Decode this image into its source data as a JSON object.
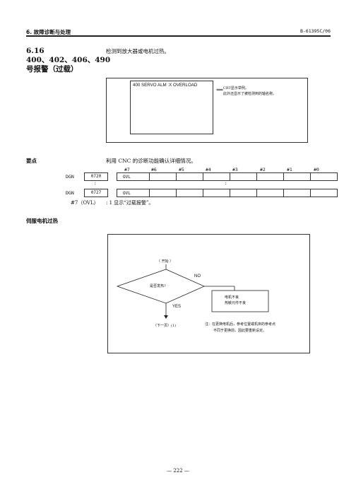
{
  "header": {
    "section": "6. 故障诊断与处理",
    "doc_id": "B-61395C/06"
  },
  "section": {
    "number": "6.16",
    "title_line1": "400、402、406、490",
    "title_line2": "号报警（过载）"
  },
  "intro": "检测到放大器或电机过热。",
  "screen": {
    "alarm_text": "400 SERVO ALM :X OVERLOAD",
    "note_line1": "CRT显示举例。",
    "note_line2": "此外还显示了被检测到的轴名称。"
  },
  "points": {
    "heading": "要点",
    "text": "利用 CNC 的诊断功能确认详细情况。",
    "bits": [
      "#7",
      "#6",
      "#5",
      "#4",
      "#3",
      "#2",
      "#1",
      "#0"
    ],
    "rows": [
      {
        "label": "DGN",
        "number": "0720",
        "bit7": "OVL"
      },
      {
        "label": "DGN",
        "number": "0727",
        "bit7": "OVL"
      }
    ],
    "dots": ":",
    "bit_note_label": "#7（OVL）",
    "bit_note_text": ": 1  显示“过载报警”。"
  },
  "servo": {
    "heading": "伺服电机过热",
    "start": "（ 开始 ）",
    "question": "是否发热?",
    "no": "NO",
    "yes": "YES",
    "box_line1": "电机不良",
    "box_line2": "热敏元件不良",
    "next": "（下一页）(1)",
    "note_line1": "注：在更换电机后，参考位置或机床的参考点",
    "note_line2": "不同于更换前，因此要重新设定。"
  },
  "page_number": "— 222 —"
}
